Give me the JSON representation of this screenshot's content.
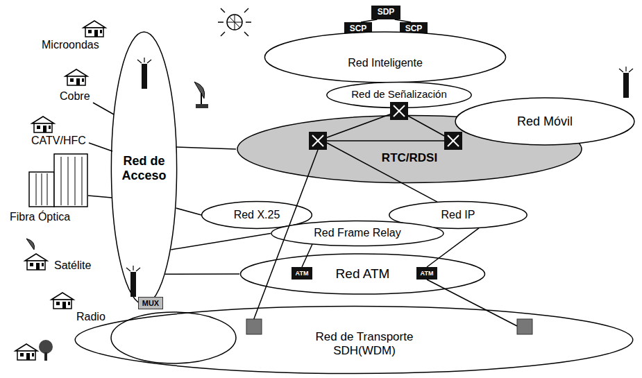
{
  "diagram": {
    "nodes": [
      {
        "text": [
          "SDP"
        ]
      },
      {
        "text": [
          "SCP"
        ]
      },
      {
        "text": [
          "SCP"
        ]
      },
      {
        "text": [
          "Red Inteligente"
        ]
      },
      {
        "text": [
          "RTC/RDSI"
        ]
      },
      {
        "text": [
          "Red de Señalización"
        ]
      },
      {
        "text": [
          "Red Móvil"
        ]
      },
      {
        "text": [
          "Red de Acceso"
        ]
      },
      {
        "text": [
          "Red X.25"
        ]
      },
      {
        "text": [
          "Red IP"
        ]
      },
      {
        "text": [
          "Red Frame Relay"
        ]
      },
      {
        "text": [
          "Red ATM"
        ]
      },
      {
        "text": [
          "ATM"
        ],
        "in": 11
      },
      {
        "text": [
          "ATM"
        ],
        "in": 11
      },
      {
        "text": [
          "Red de Transporte SDH(WDM)"
        ]
      },
      {
        "text": [
          "MUX"
        ]
      }
    ],
    "edges": [
      {
        "from": 0,
        "to": 1,
        "arrow": "none"
      },
      {
        "from": 0,
        "to": 2,
        "arrow": "none"
      },
      {
        "from": 7,
        "to": 4,
        "arrow": "none"
      },
      {
        "from": 7,
        "to": 8,
        "arrow": "none"
      },
      {
        "from": 7,
        "to": 10,
        "arrow": "none"
      },
      {
        "from": 7,
        "to": 11,
        "arrow": "none"
      },
      {
        "from": 10,
        "to": 12,
        "arrow": "none"
      },
      {
        "from": 9,
        "to": 13,
        "arrow": "none"
      },
      {
        "from": 13,
        "to": 14,
        "arrow": "none"
      },
      {
        "from": 4,
        "to": 9,
        "arrow": "none"
      },
      {
        "from": 4,
        "to": 14,
        "arrow": "none"
      }
    ],
    "labels": [
      "Microondas",
      "Cobre",
      "CATV/HFC",
      "Fibra Óptica",
      "Satélite",
      "Radio"
    ]
  }
}
